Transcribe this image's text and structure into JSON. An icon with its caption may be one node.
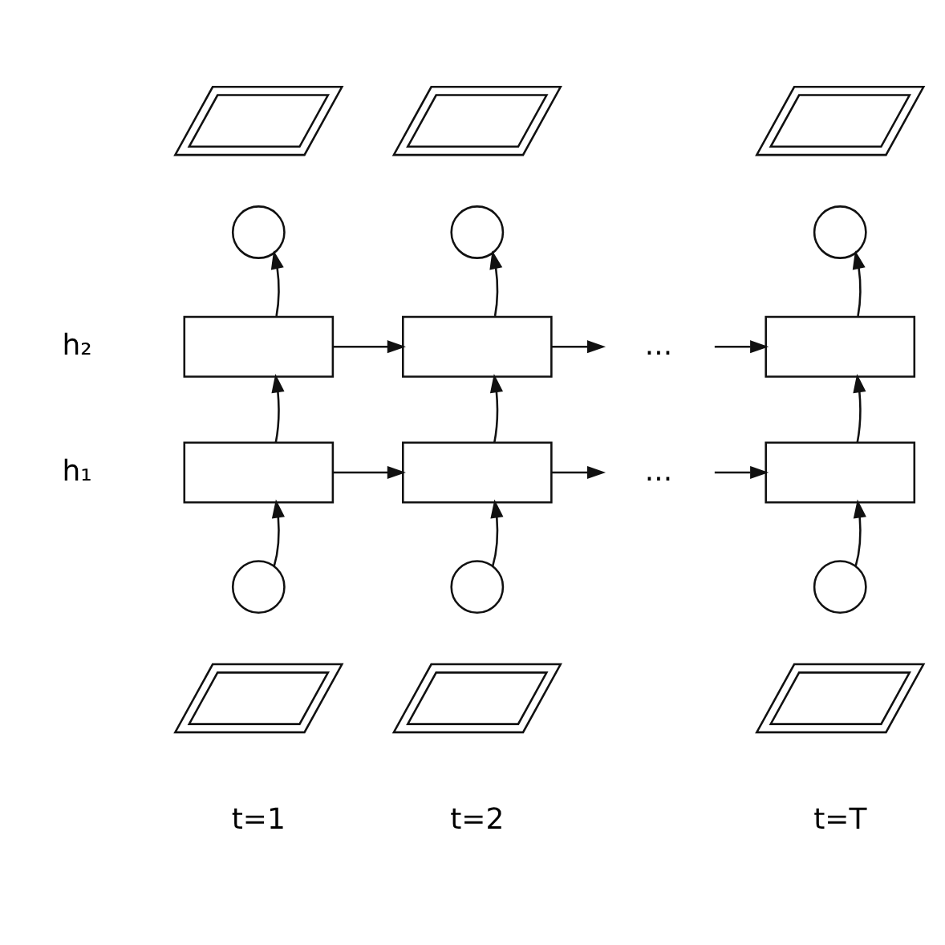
{
  "diagram": {
    "nodes": [
      {
        "text": [],
        "shape": "parallelogram"
      },
      {
        "text": [],
        "shape": "parallelogram"
      },
      {
        "text": [],
        "shape": "parallelogram"
      },
      {
        "text": [],
        "shape": "circle"
      },
      {
        "text": [],
        "shape": "circle"
      },
      {
        "text": [],
        "shape": "circle"
      },
      {
        "text": [],
        "shape": "box",
        "beside": [
          "h₂"
        ]
      },
      {
        "text": [],
        "shape": "box"
      },
      {
        "text": [
          "..."
        ]
      },
      {
        "text": [],
        "shape": "box"
      },
      {
        "text": [],
        "shape": "box",
        "beside": [
          "h₁"
        ]
      },
      {
        "text": [],
        "shape": "box"
      },
      {
        "text": [
          "..."
        ]
      },
      {
        "text": [],
        "shape": "box"
      },
      {
        "text": [],
        "shape": "circle"
      },
      {
        "text": [],
        "shape": "circle"
      },
      {
        "text": [],
        "shape": "circle"
      },
      {
        "text": [],
        "shape": "parallelogram"
      },
      {
        "text": [],
        "shape": "parallelogram"
      },
      {
        "text": [],
        "shape": "parallelogram"
      }
    ],
    "edges": [
      {
        "from": 14,
        "to": 10,
        "arrow": "to"
      },
      {
        "from": 15,
        "to": 11,
        "arrow": "to"
      },
      {
        "from": 16,
        "to": 13,
        "arrow": "to"
      },
      {
        "from": 10,
        "to": 6,
        "arrow": "to"
      },
      {
        "from": 11,
        "to": 7,
        "arrow": "to"
      },
      {
        "from": 13,
        "to": 9,
        "arrow": "to"
      },
      {
        "from": 6,
        "to": 3,
        "arrow": "to"
      },
      {
        "from": 7,
        "to": 4,
        "arrow": "to"
      },
      {
        "from": 9,
        "to": 5,
        "arrow": "to"
      },
      {
        "from": 6,
        "to": 7,
        "arrow": "to"
      },
      {
        "from": 7,
        "to": 8,
        "arrow": "to"
      },
      {
        "from": 8,
        "to": 9,
        "arrow": "to"
      },
      {
        "from": 10,
        "to": 11,
        "arrow": "to"
      },
      {
        "from": 11,
        "to": 12,
        "arrow": "to"
      },
      {
        "from": 12,
        "to": 13,
        "arrow": "to"
      }
    ],
    "labels": [
      "t=1",
      "t=2",
      "t=T"
    ]
  }
}
